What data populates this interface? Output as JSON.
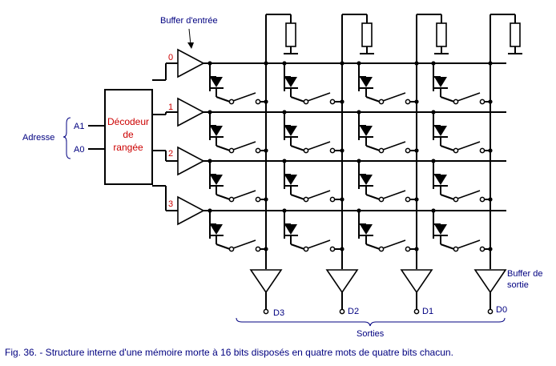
{
  "labels": {
    "input_buffer": "Buffer d'entrée",
    "decoder_line1": "Décodeur",
    "decoder_line2": "de",
    "decoder_line3": "rangée",
    "address": "Adresse",
    "address_bits": [
      "A1",
      "A0"
    ],
    "row_numbers": [
      "0",
      "1",
      "2",
      "3"
    ],
    "outputs": [
      "D3",
      "D2",
      "D1",
      "D0"
    ],
    "output_buffer_line1": "Buffer de",
    "output_buffer_line2": "sortie",
    "outputs_group": "Sorties",
    "caption": "Fig. 36. - Structure interne d'une mémoire morte à 16 bits disposés en quatre mots de quatre bits chacun."
  },
  "colors": {
    "wire": "#000000",
    "decoder_text": "#cc0000",
    "label_text": "#000080",
    "row_number_text": "#cc0000",
    "background": "#ffffff"
  }
}
